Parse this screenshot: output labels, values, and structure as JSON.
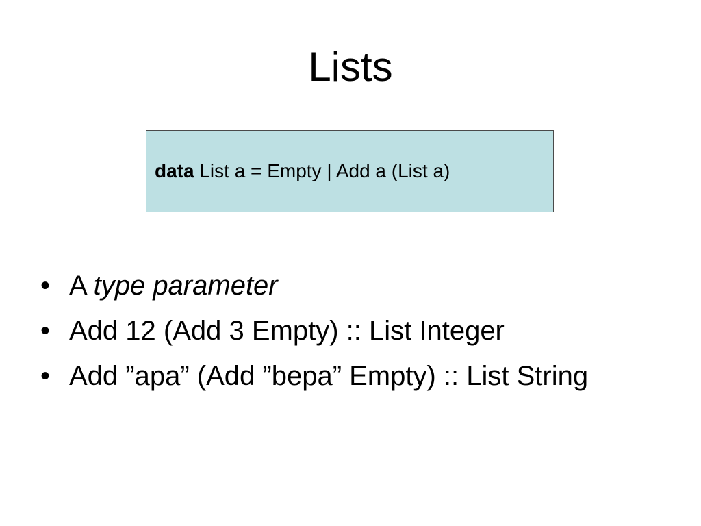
{
  "slide": {
    "title": "Lists",
    "code_box": {
      "background": "#bde0e3",
      "keyword": "data",
      "definition": " List a = Empty | Add a (List a)"
    },
    "bullet_glyph": "•",
    "bullets": [
      {
        "plain": "A ",
        "italic": "type parameter"
      },
      {
        "plain": "Add 12 (Add 3 Empty) :: List Integer"
      },
      {
        "plain": "Add ”apa” (Add ”bepa” Empty) :: List String"
      }
    ]
  }
}
